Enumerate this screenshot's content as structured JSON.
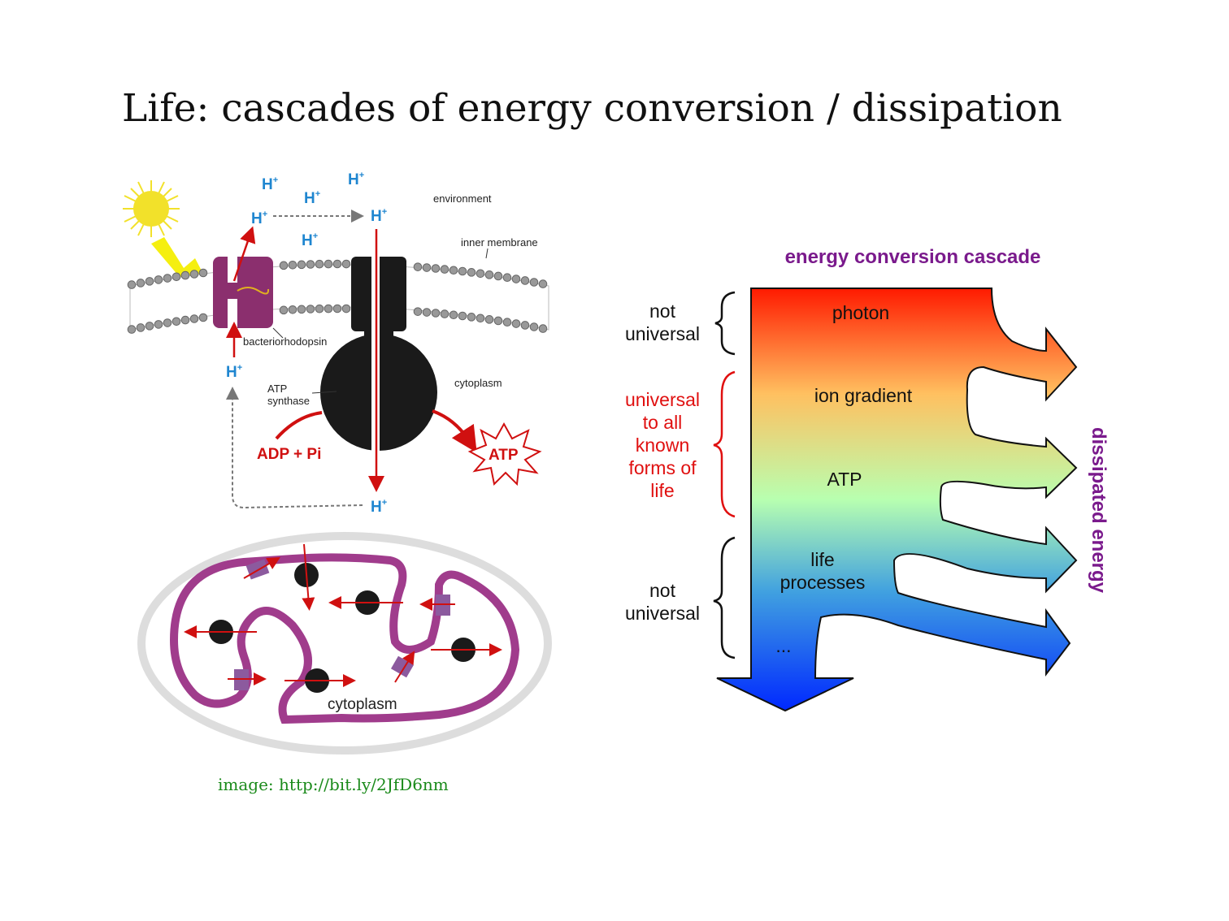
{
  "slide": {
    "title": "Life: cascades of energy conversion / dissipation",
    "credit": "image: http://bit.ly/2JfD6nm"
  },
  "membrane_diagram": {
    "proton": "H",
    "proton_charge": "+",
    "labels": {
      "environment": "environment",
      "inner_membrane": "inner membrane",
      "bacteriorhodopsin": "bacteriorhodopsin",
      "cytoplasm": "cytoplasm",
      "atp_synthase_line1": "ATP",
      "atp_synthase_line2": "synthase",
      "adp_pi": "ADP + Pi",
      "atp": "ATP"
    }
  },
  "cell_diagram": {
    "cytoplasm": "cytoplasm"
  },
  "cascade": {
    "title": "energy conversion cascade",
    "stages": [
      "photon",
      "ion gradient",
      "ATP",
      "life\nprocesses",
      "..."
    ],
    "side_label": "dissipated energy",
    "brackets": [
      {
        "text": "not\nuniversal",
        "color": "#111111"
      },
      {
        "text": "universal\nto all\nknown\nforms of\nlife",
        "color": "#e01010"
      },
      {
        "text": "not\nuniversal",
        "color": "#111111"
      }
    ],
    "colors": {
      "title": "#7a1a8c",
      "side_label": "#7a1a8c",
      "gradient": [
        "#ff1a00",
        "#ffc060",
        "#b8ffb0",
        "#40a0e0",
        "#0028ff"
      ]
    }
  }
}
